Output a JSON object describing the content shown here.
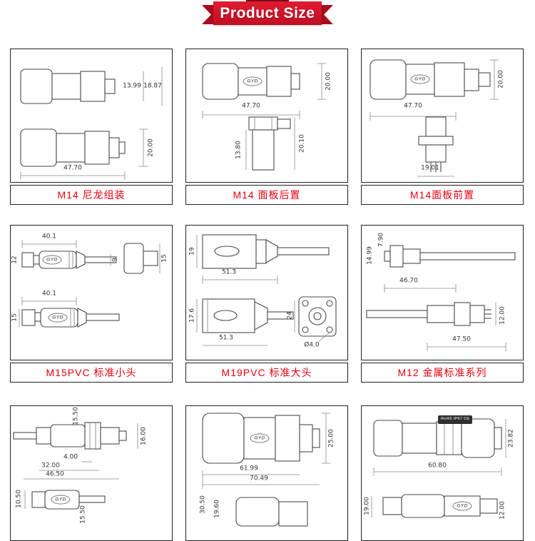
{
  "header": {
    "title": "Product Size"
  },
  "brand": "GYD",
  "colors": {
    "banner_red": "#d6112b",
    "banner_dark": "#a50e1e",
    "label_red": "#e8000d"
  },
  "cells": [
    {
      "label": "M14 尼龙组装",
      "dims": {
        "a": "13.99",
        "b": "18.87",
        "len": "47.70",
        "dia": "20.00"
      }
    },
    {
      "label": "M14 面板后置",
      "dims": {
        "len": "47.70",
        "dia": "20.00",
        "w": "13.80",
        "h": "20.10"
      }
    },
    {
      "label": "M14面板前置",
      "dims": {
        "len": "47.70",
        "dia": "20.00",
        "pitch": "19.01"
      }
    },
    {
      "label": "M15PVC 标准小头",
      "dims": {
        "len1": "40.1",
        "d1": "12",
        "d2": "9",
        "d3": "15",
        "len2": "40.1",
        "d4": "15"
      }
    },
    {
      "label": "M19PVC 标准大头",
      "dims": {
        "d1": "19",
        "len1": "51.3",
        "d2": "17.6",
        "len2": "51.3",
        "d3": "24",
        "hole": "Ø4.0"
      }
    },
    {
      "label": "M12 金属标准系列",
      "dims": {
        "d1": "7.90",
        "d2": "14.99",
        "len1": "46.70",
        "len2": "47.50",
        "d3": "12.00"
      }
    },
    {
      "dims": {
        "d1": "15.50",
        "d2": "16.00",
        "a": "4.00",
        "b": "32.00",
        "c": "46.50",
        "d3": "10.50",
        "d4": "15.50"
      }
    },
    {
      "dims": {
        "d1": "25.00",
        "a": "61.99",
        "b": "70.49",
        "d2": "30.50",
        "d3": "19.60"
      }
    },
    {
      "badge": "RoHS IP67 CE",
      "dims": {
        "d1": "23.82",
        "a": "60.80",
        "d2": "19.00",
        "d3": "12.00"
      }
    }
  ]
}
